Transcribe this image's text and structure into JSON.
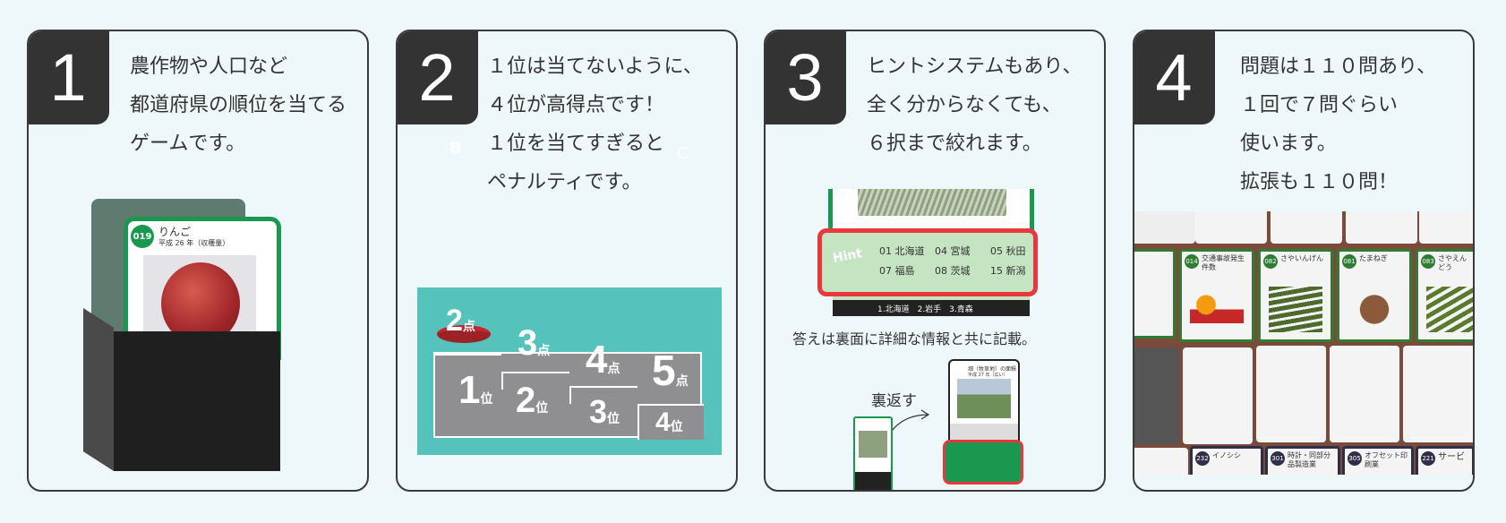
{
  "panels": [
    {
      "number": "1",
      "lines": [
        "農作物や人口など",
        "都道府県の順位を当てる",
        "ゲームです。"
      ]
    },
    {
      "number": "2",
      "lines": [
        "１位は当てないように、",
        "４位が高得点です！",
        "１位を当てすぎると",
        "ペナルティです。"
      ],
      "stray": [
        "B",
        "C"
      ]
    },
    {
      "number": "3",
      "lines": [
        "ヒントシステムもあり、",
        "全く分からなくても、",
        "６択まで絞れます。"
      ],
      "caption": "答えは裏面に詳細な情報と共に記載。",
      "flip_label": "裏返す"
    },
    {
      "number": "4",
      "lines": [
        "問題は１１０問あり、",
        "１回で７問ぐらい",
        "使います。",
        "拡張も１１０問！"
      ]
    }
  ],
  "card": {
    "id": "019",
    "name": "りんご",
    "sub": "平成 26 年（収穫量）"
  },
  "podium": {
    "points": [
      {
        "n": "2",
        "u": "点"
      },
      {
        "n": "3",
        "u": "点"
      },
      {
        "n": "4",
        "u": "点"
      },
      {
        "n": "5",
        "u": "点"
      }
    ],
    "ranks": [
      {
        "n": "1",
        "u": "位"
      },
      {
        "n": "2",
        "u": "位"
      },
      {
        "n": "3",
        "u": "位"
      },
      {
        "n": "4",
        "u": "位"
      }
    ]
  },
  "hint": {
    "label": "Hint",
    "items": [
      "01 北海道",
      "04 宮城",
      "05 秋田",
      "07 福島",
      "08 茨城",
      "15 新潟"
    ],
    "answers": "1.北海道　2.岩手　3.青森"
  },
  "back_card": {
    "title": "畑（牧草地）の面積",
    "sub": "平成 27 年（広い）"
  },
  "photo_cards": [
    {
      "id": "014",
      "name": "交通事故発生件数"
    },
    {
      "id": "082",
      "name": "さやいんげん"
    },
    {
      "id": "081",
      "name": "たまねぎ"
    },
    {
      "id": "083",
      "name": "さやえんどう"
    },
    {
      "id": "232",
      "name": "イノシシ"
    },
    {
      "id": "301",
      "name": "時計・同部分品製造業"
    },
    {
      "id": "305",
      "name": "オフセット印刷業"
    },
    {
      "id": "221",
      "name": "サービ"
    }
  ],
  "colors": {
    "bg": "#eef7fa",
    "dark": "#333333",
    "teal": "#55c3bc",
    "green": "#1a9850",
    "red": "#e8383d"
  }
}
